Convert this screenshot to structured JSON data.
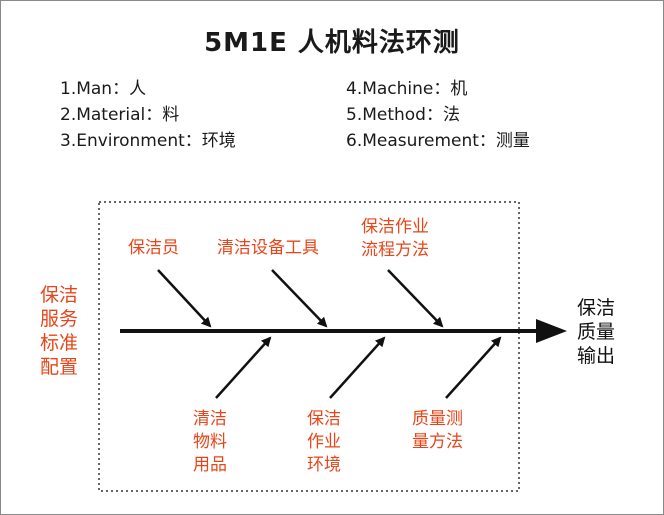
{
  "title": "5M1E 人机料法环测",
  "legend": {
    "left": [
      "1.Man：人",
      "2.Material：料",
      "3.Environment：环境"
    ],
    "right": [
      "4.Machine：机",
      "5.Method：法",
      "6.Measurement：测量"
    ]
  },
  "diagram": {
    "head": "保洁\n服务\n标准\n配置",
    "effect": "保洁\n质量\n输出",
    "causes_top": [
      "保洁员",
      "清洁设备工具",
      "保洁作业\n流程方法"
    ],
    "causes_bottom": [
      "清洁\n物料\n用品",
      "保洁\n作业\n环境",
      "质量测\n量方法"
    ]
  },
  "colors": {
    "accent": "#e8461a",
    "text": "#1a1a1a",
    "arrow": "#111111"
  }
}
